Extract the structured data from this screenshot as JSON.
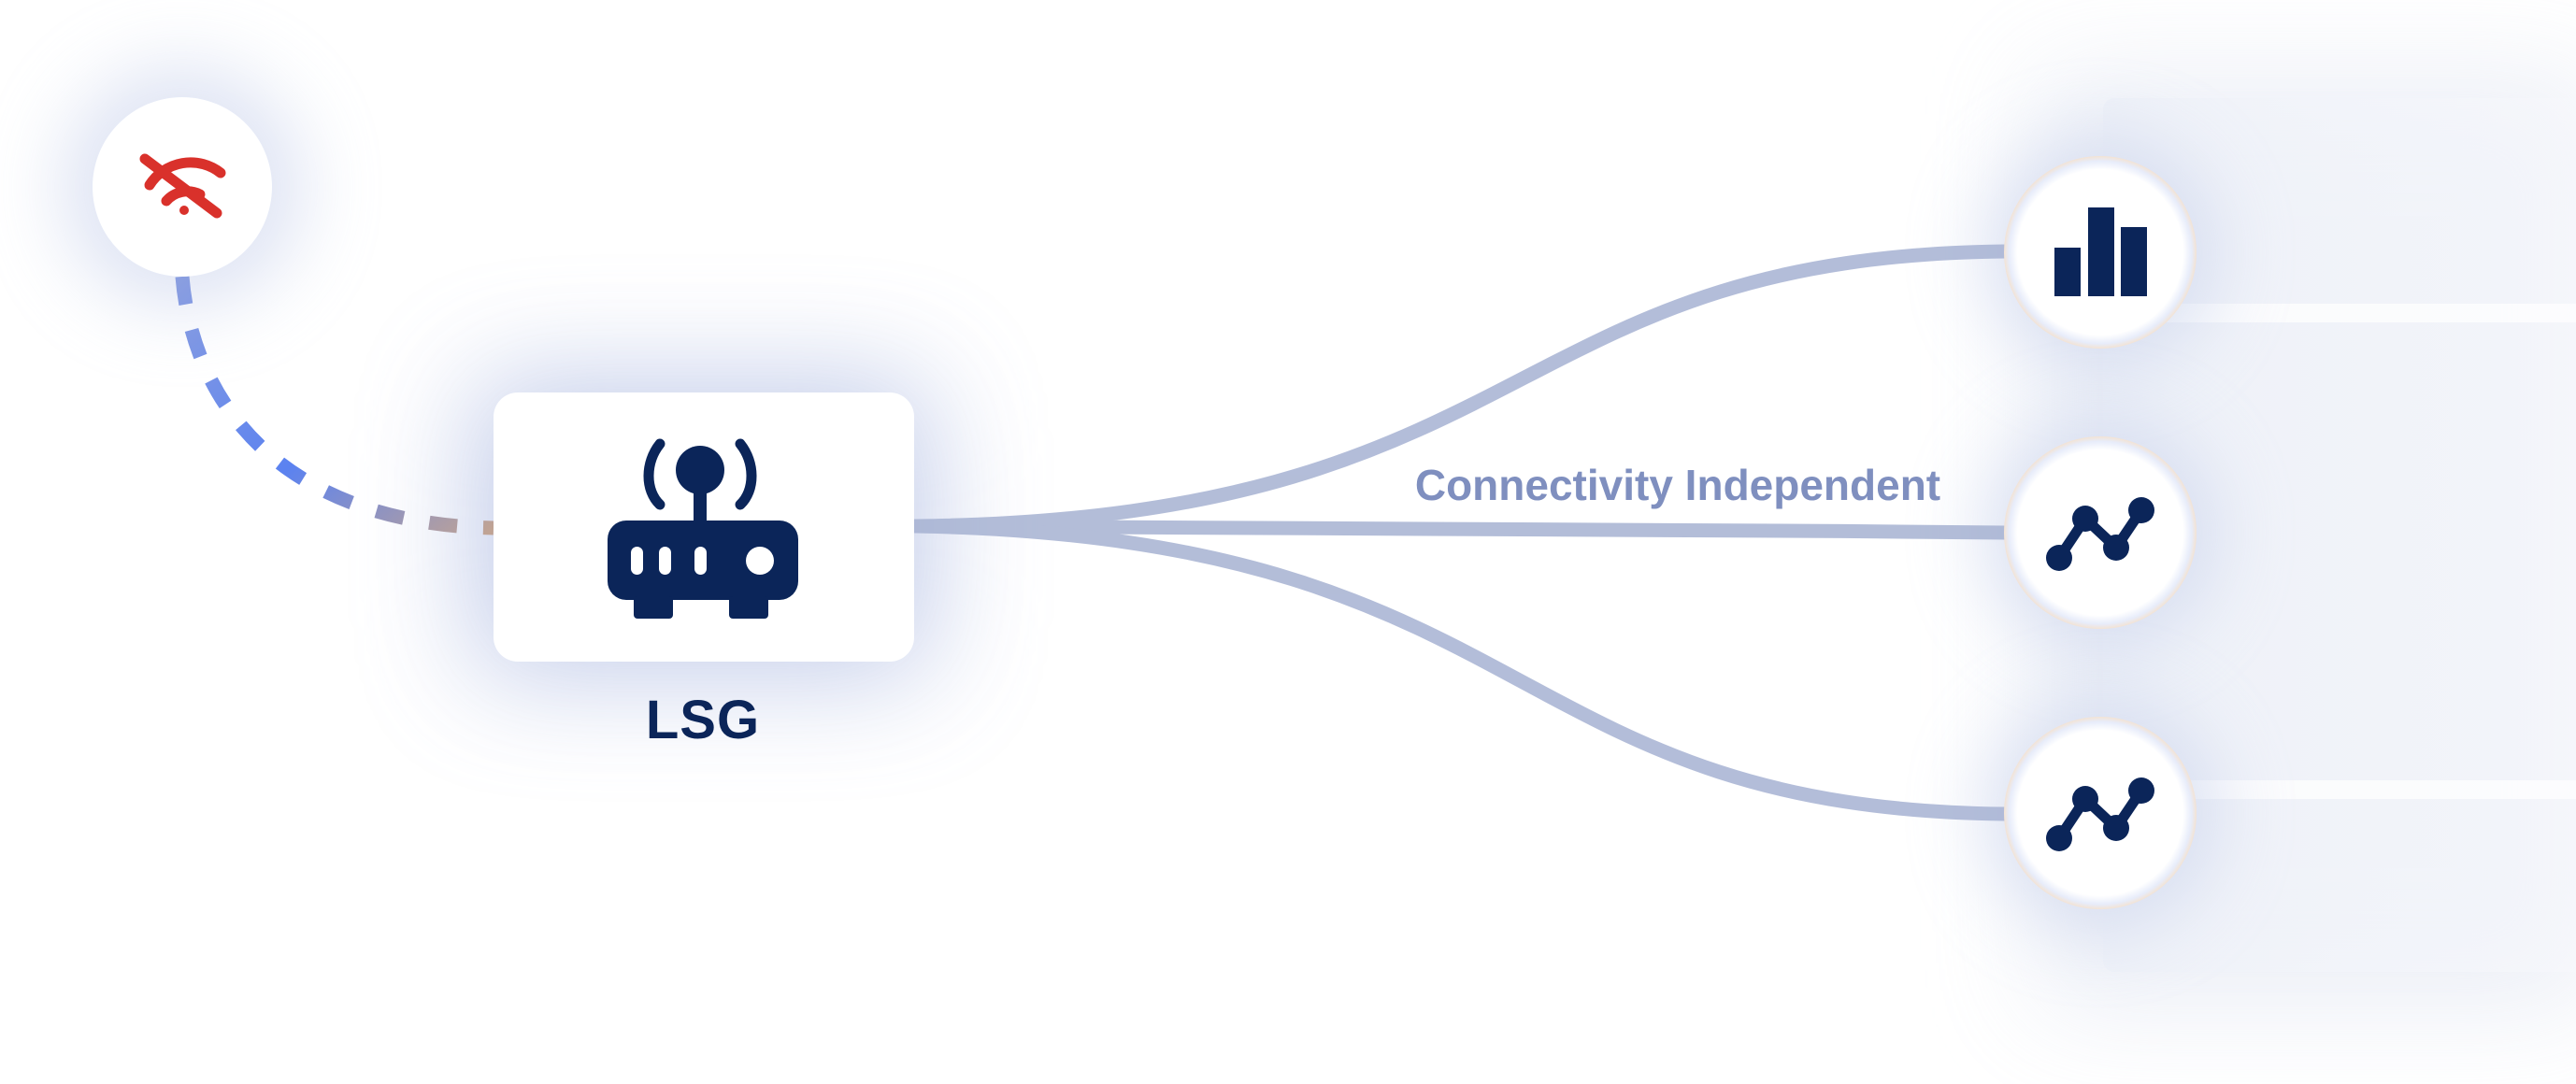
{
  "diagram": {
    "gateway_label": "LSG",
    "edge_label": "Connectivity Independent",
    "nodes": [
      {
        "id": "offline",
        "icon": "wifi-off-icon",
        "color": "#d9312b"
      },
      {
        "id": "gateway",
        "icon": "router-icon",
        "label": "LSG"
      },
      {
        "id": "service-metrics",
        "icon": "bar-chart-icon"
      },
      {
        "id": "service-analytics-1",
        "icon": "line-graph-icon"
      },
      {
        "id": "service-analytics-2",
        "icon": "line-graph-icon"
      }
    ],
    "edges": [
      {
        "from": "offline",
        "to": "gateway",
        "style": "dashed"
      },
      {
        "from": "gateway",
        "to": "service-metrics",
        "style": "solid"
      },
      {
        "from": "gateway",
        "to": "service-analytics-1",
        "style": "solid",
        "label": "Connectivity Independent"
      },
      {
        "from": "gateway",
        "to": "service-analytics-2",
        "style": "solid"
      }
    ]
  },
  "colors": {
    "icon_navy": "#0b2559",
    "alert_red": "#d9312b",
    "edge_solid": "#a6b2d2",
    "edge_label": "#7f8fbf",
    "dash_blue": "#5b82f0"
  }
}
